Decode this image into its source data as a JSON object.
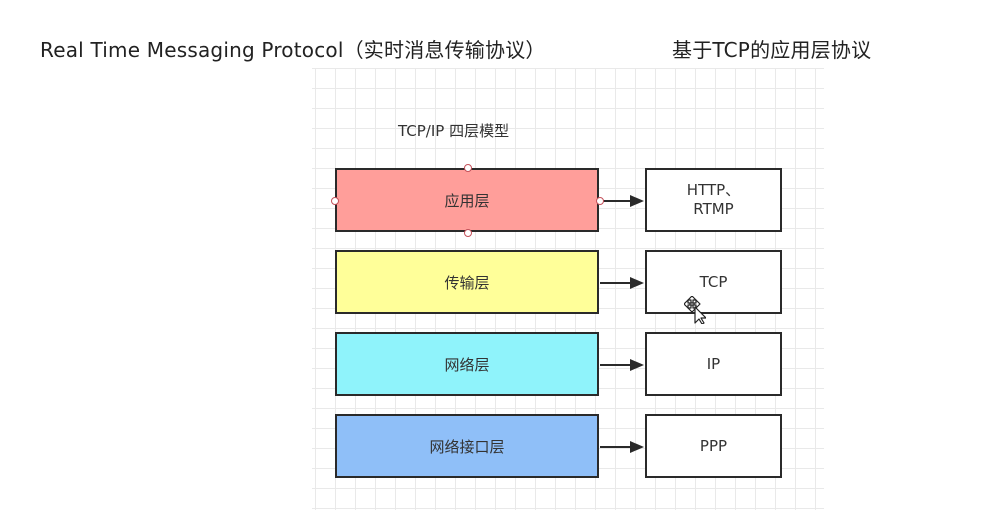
{
  "headings": {
    "left": "Real Time Messaging Protocol（实时消息传输协议）",
    "right": "基于TCP的应用层协议"
  },
  "diagram": {
    "title": "TCP/IP 四层模型",
    "layers": [
      {
        "label": "应用层",
        "color": "#ff9e9a",
        "protocol": "HTTP、\nRTMP"
      },
      {
        "label": "传输层",
        "color": "#ffff99",
        "protocol": "TCP"
      },
      {
        "label": "网络层",
        "color": "#8ff3fb",
        "protocol": "IP"
      },
      {
        "label": "网络接口层",
        "color": "#8fbff8",
        "protocol": "PPP"
      }
    ],
    "selected_layer": 0,
    "selection_handle_color": "#c4505a",
    "edge_color": "#2a2a2a"
  }
}
